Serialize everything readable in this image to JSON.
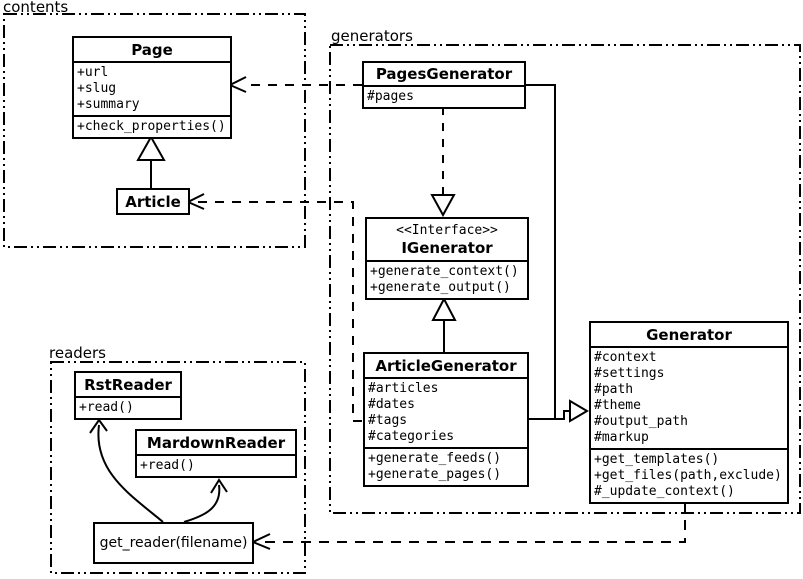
{
  "colors": {
    "line": "#000000",
    "background": "#ffffff",
    "box_fill": "#ffffff",
    "text": "#000000"
  },
  "packages": {
    "contents": {
      "label": "contents"
    },
    "generators": {
      "label": "generators"
    },
    "readers": {
      "label": "readers"
    }
  },
  "classes": {
    "page": {
      "title": "Page",
      "attributes": [
        "+url",
        "+slug",
        "+summary"
      ],
      "methods": [
        "+check_properties()"
      ]
    },
    "article": {
      "title": "Article"
    },
    "pages_generator": {
      "title": "PagesGenerator",
      "attributes": [
        "#pages"
      ]
    },
    "igenerator": {
      "stereotype": "<<Interface>>",
      "title": "IGenerator",
      "methods": [
        "+generate_context()",
        "+generate_output()"
      ]
    },
    "article_generator": {
      "title": "ArticleGenerator",
      "attributes": [
        "#articles",
        "#dates",
        "#tags",
        "#categories"
      ],
      "methods": [
        "+generate_feeds()",
        "+generate_pages()"
      ]
    },
    "generator": {
      "title": "Generator",
      "attributes": [
        "#context",
        "#settings",
        "#path",
        "#theme",
        "#output_path",
        "#markup"
      ],
      "methods": [
        "+get_templates()",
        "+get_files(path,exclude)",
        "#_update_context()"
      ]
    },
    "rst_reader": {
      "title": "RstReader",
      "methods": [
        "+read()"
      ]
    },
    "mardown_reader": {
      "title": "MardownReader",
      "methods": [
        "+read()"
      ]
    },
    "get_reader": {
      "label": "get_reader(filename)"
    }
  }
}
